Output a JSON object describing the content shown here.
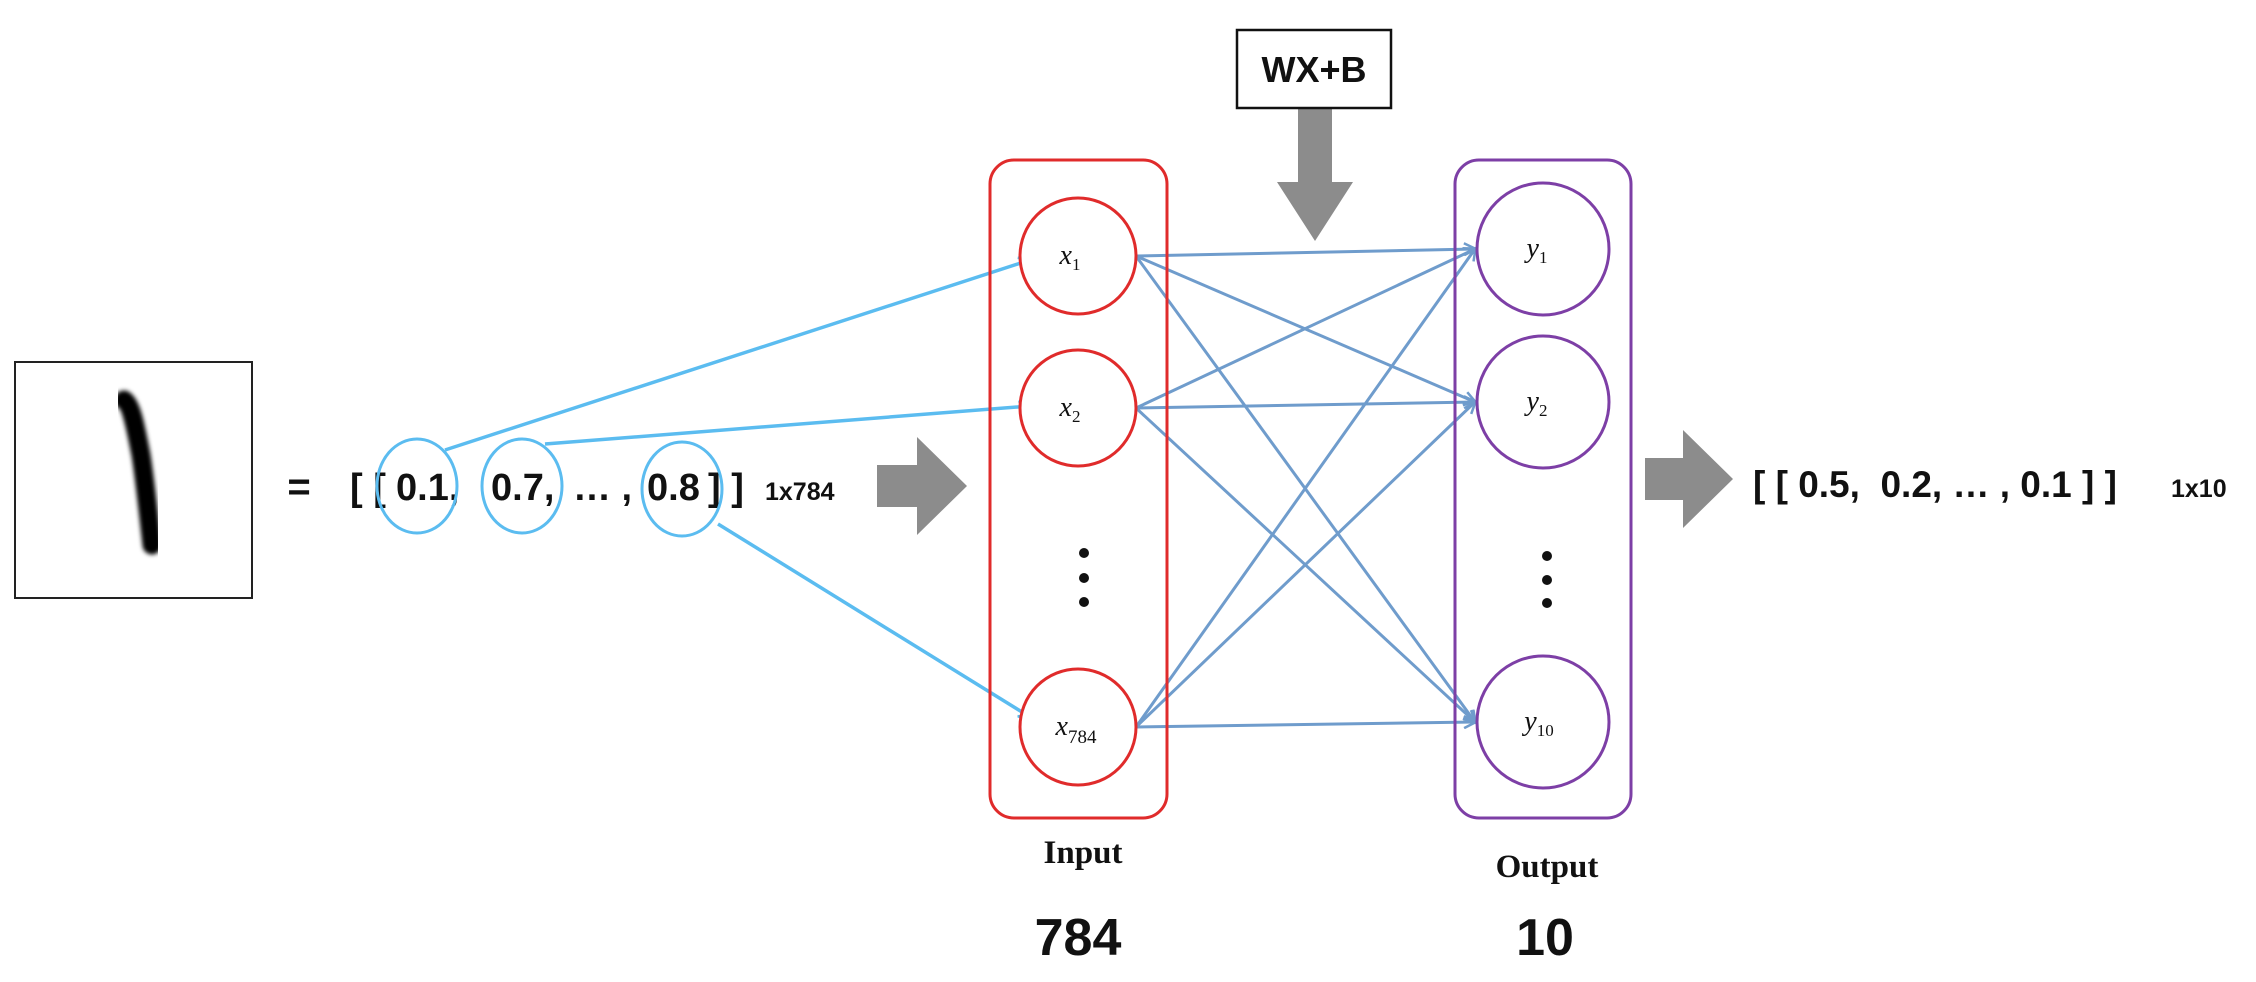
{
  "formula": "WX+B",
  "equals": "=",
  "input_vector": {
    "open": "[ [",
    "v1": "0.1,",
    "v2": "0.7,",
    "ellipsis": "… ,",
    "v3": "0.8",
    "close": "] ]",
    "shape": "1x784"
  },
  "output_vector": {
    "text": "[ [ 0.5,  0.2, … , 0.1 ] ]",
    "shape": "1x10"
  },
  "input_layer": {
    "label": "Input",
    "count": "784",
    "nodes": [
      {
        "var": "x",
        "sub": "1"
      },
      {
        "var": "x",
        "sub": "2"
      },
      {
        "var": "x",
        "sub": "784"
      }
    ],
    "color": "#e02b2b"
  },
  "output_layer": {
    "label": "Output",
    "count": "10",
    "nodes": [
      {
        "var": "y",
        "sub": "1"
      },
      {
        "var": "y",
        "sub": "2"
      },
      {
        "var": "y",
        "sub": "10"
      }
    ],
    "color": "#7d3fa6"
  },
  "colors": {
    "highlight": "#5bbcf0",
    "connection": "#6f9ccc",
    "arrow_gray": "#8c8c8c",
    "text": "#111111"
  },
  "icons": {
    "digit_image": "handwritten-digit-one",
    "vdots": "vertical-ellipsis"
  }
}
